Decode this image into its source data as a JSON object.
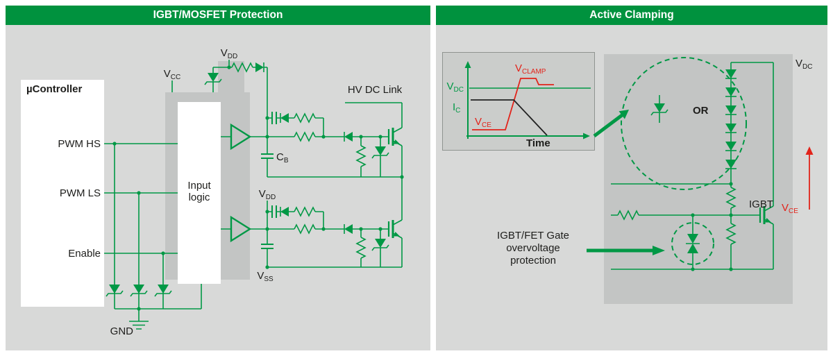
{
  "colors": {
    "green": "#009845",
    "red": "#e2231a",
    "header": "#00923e",
    "dark": "#1d1d1b",
    "panel": "#d8d9d8",
    "box": "#c3c5c4",
    "graph_box": "#cbcdcb",
    "graph_border": "#8f9490"
  },
  "left_panel": {
    "title": "IGBT/MOSFET Protection",
    "ucontroller": {
      "title": "µController",
      "pins": [
        "PWM HS",
        "PWM LS",
        "Enable"
      ]
    },
    "input_logic": {
      "line1": "Input",
      "line2": "logic"
    },
    "labels": {
      "vcc": {
        "main": "V",
        "sub": "CC"
      },
      "vdd_top": {
        "main": "V",
        "sub": "DD"
      },
      "vdd_mid": {
        "main": "V",
        "sub": "DD"
      },
      "vss": {
        "main": "V",
        "sub": "SS"
      },
      "cb": {
        "main": "C",
        "sub": "B"
      },
      "hv_dc_link": "HV DC Link",
      "gnd": "GND"
    }
  },
  "right_panel": {
    "title": "Active Clamping",
    "graph": {
      "y_labels": {
        "vdc": {
          "main": "V",
          "sub": "DC"
        },
        "ic": {
          "main": "I",
          "sub": "C"
        }
      },
      "curve_labels": {
        "vce": {
          "main": "V",
          "sub": "CE"
        },
        "vclamp": {
          "main": "V",
          "sub": "CLAMP"
        }
      },
      "x_label": "Time"
    },
    "circuit": {
      "or": "OR",
      "igbt": "IGBT",
      "vdc": {
        "main": "V",
        "sub": "DC"
      },
      "vce": {
        "main": "V",
        "sub": "CE"
      },
      "annotation": [
        "IGBT/FET Gate",
        "overvoltage",
        "protection"
      ]
    }
  }
}
